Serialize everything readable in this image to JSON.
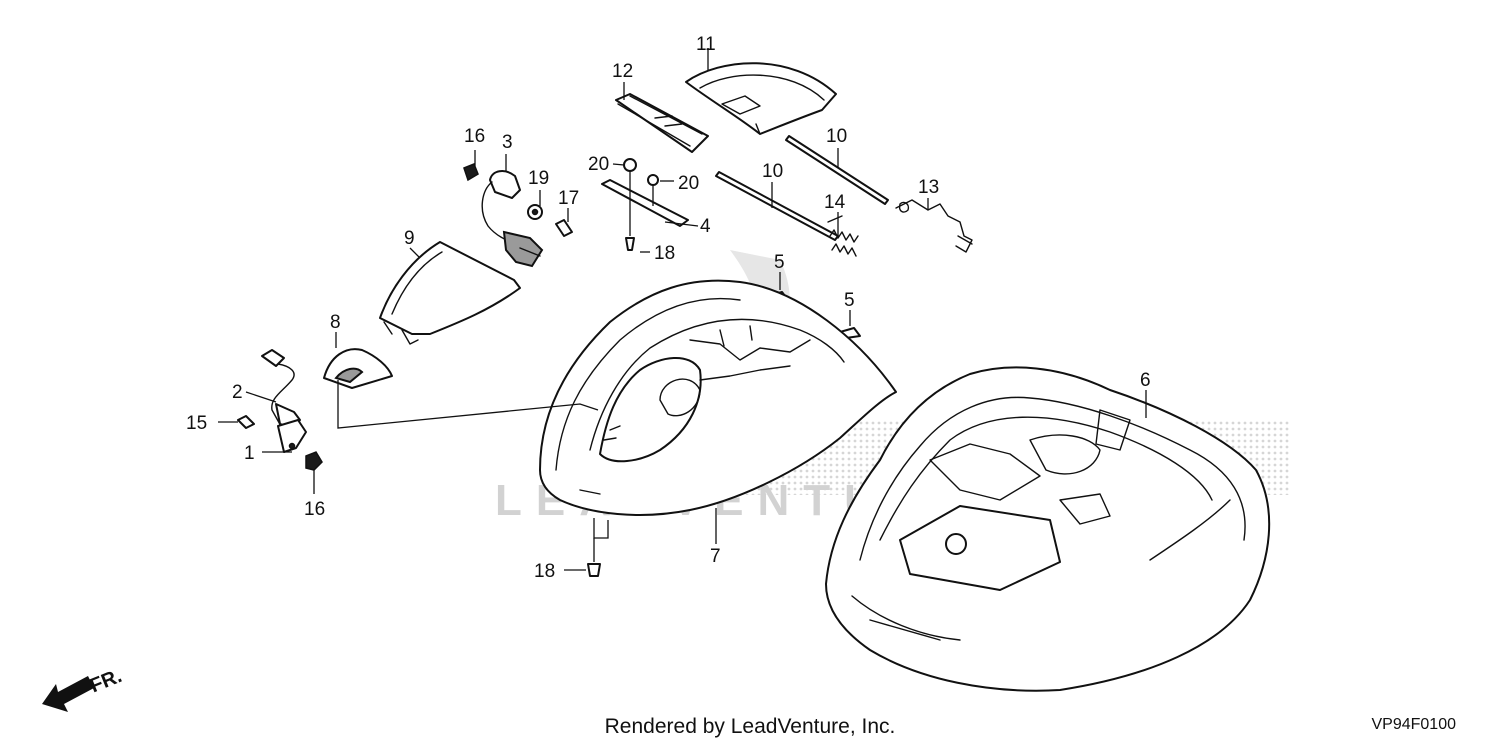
{
  "callouts": {
    "c1": "1",
    "c2": "2",
    "c3": "3",
    "c4": "4",
    "c5a": "5",
    "c5b": "5",
    "c6": "6",
    "c7": "7",
    "c8": "8",
    "c9": "9",
    "c10a": "10",
    "c10b": "10",
    "c11": "11",
    "c12": "12",
    "c13": "13",
    "c14": "14",
    "c15": "15",
    "c16a": "16",
    "c16b": "16",
    "c17": "17",
    "c18a": "18",
    "c18b": "18",
    "c19": "19",
    "c20a": "20",
    "c20b": "20"
  },
  "direction_label": "FR.",
  "watermark": "LEADVENTURE",
  "footer": {
    "credit": "Rendered by LeadVenture, Inc.",
    "diagram_code": "VP94F0100"
  },
  "colors": {
    "line": "#111111",
    "watermark": "#d2d2d2",
    "background": "#ffffff"
  }
}
